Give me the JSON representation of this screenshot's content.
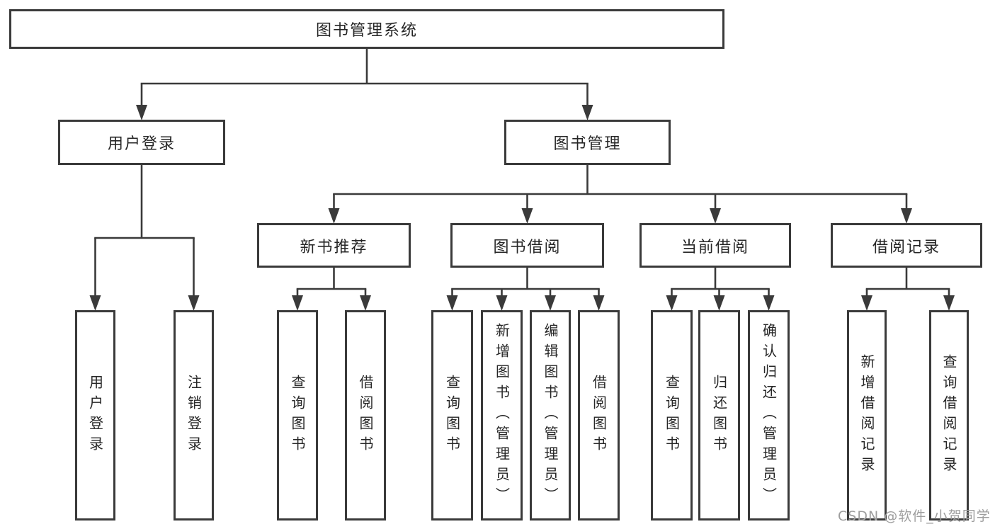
{
  "diagram": {
    "title": "图书管理系统",
    "nodes": {
      "root": {
        "label": "图书管理系统"
      },
      "user_login": {
        "label": "用户登录"
      },
      "book_mgmt": {
        "label": "图书管理"
      },
      "new_book_rec": {
        "label": "新书推荐"
      },
      "book_borrow": {
        "label": "图书借阅"
      },
      "current_borrow": {
        "label": "当前借阅"
      },
      "borrow_record": {
        "label": "借阅记录"
      },
      "leaf_user_login": {
        "label": "用户登录"
      },
      "leaf_logout": {
        "label": "注销登录"
      },
      "leaf_query_book_1": {
        "label": "查询图书"
      },
      "leaf_borrow_book_1": {
        "label": "借阅图书"
      },
      "leaf_query_book_2": {
        "label": "查询图书"
      },
      "leaf_add_book": {
        "label": "新增图书（管理员）"
      },
      "leaf_edit_book": {
        "label": "编辑图书（管理员）"
      },
      "leaf_borrow_book_2": {
        "label": "借阅图书"
      },
      "leaf_query_book_3": {
        "label": "查询图书"
      },
      "leaf_return_book": {
        "label": "归还图书"
      },
      "leaf_confirm_return": {
        "label": "确认归还（管理员）"
      },
      "leaf_add_record": {
        "label": "新增借阅记录"
      },
      "leaf_query_record": {
        "label": "查询借阅记录"
      }
    },
    "edges": [
      {
        "from": "root",
        "to": "user_login"
      },
      {
        "from": "root",
        "to": "book_mgmt"
      },
      {
        "from": "user_login",
        "to": "leaf_user_login"
      },
      {
        "from": "user_login",
        "to": "leaf_logout"
      },
      {
        "from": "book_mgmt",
        "to": "new_book_rec"
      },
      {
        "from": "book_mgmt",
        "to": "book_borrow"
      },
      {
        "from": "book_mgmt",
        "to": "current_borrow"
      },
      {
        "from": "book_mgmt",
        "to": "borrow_record"
      },
      {
        "from": "new_book_rec",
        "to": "leaf_query_book_1"
      },
      {
        "from": "new_book_rec",
        "to": "leaf_borrow_book_1"
      },
      {
        "from": "book_borrow",
        "to": "leaf_query_book_2"
      },
      {
        "from": "book_borrow",
        "to": "leaf_add_book"
      },
      {
        "from": "book_borrow",
        "to": "leaf_edit_book"
      },
      {
        "from": "book_borrow",
        "to": "leaf_borrow_book_2"
      },
      {
        "from": "current_borrow",
        "to": "leaf_query_book_3"
      },
      {
        "from": "current_borrow",
        "to": "leaf_return_book"
      },
      {
        "from": "current_borrow",
        "to": "leaf_confirm_return"
      },
      {
        "from": "borrow_record",
        "to": "leaf_add_record"
      },
      {
        "from": "borrow_record",
        "to": "leaf_query_record"
      }
    ],
    "watermark": "CSDN @软件_小贺同学",
    "colors": {
      "line": "#3a3a3a",
      "border": "#3a3a3a",
      "text": "#262626",
      "background": "#ffffff",
      "watermark": "#9e9e9e"
    }
  }
}
